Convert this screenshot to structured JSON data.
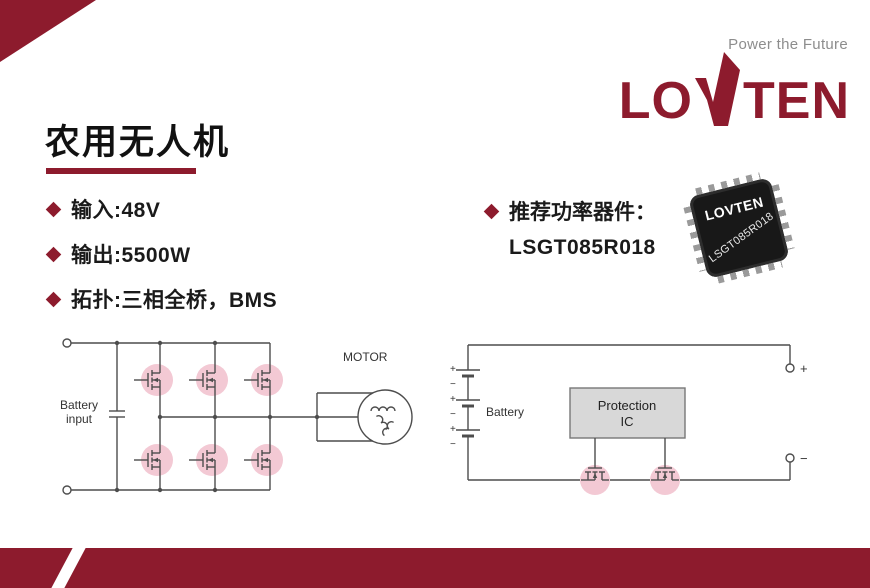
{
  "brand": {
    "tagline": "Power the Future",
    "logo_left": "LO",
    "logo_right": "TEN",
    "logo_name": "LOVTEN"
  },
  "title": {
    "text": "农用无人机"
  },
  "specs": {
    "items": [
      {
        "label": "输入:48V"
      },
      {
        "label": "输出:5500W"
      },
      {
        "label": "拓扑:三相全桥，BMS"
      }
    ]
  },
  "recommendation": {
    "label": "推荐功率器件：",
    "part": "LSGT085R018"
  },
  "chip": {
    "logo": "LOVTEN",
    "part": "LSGT085R018"
  },
  "left_diagram": {
    "battery_line1": "Battery",
    "battery_line2": "input",
    "motor": "MOTOR"
  },
  "right_diagram": {
    "battery": "Battery",
    "protection_line1": "Protection",
    "protection_line2": "IC",
    "plus": "+",
    "minus": "−"
  },
  "colors": {
    "accent": "#8d1b2d",
    "highlight_pink": "#f3c9d4",
    "wire": "#4d4d4d"
  }
}
